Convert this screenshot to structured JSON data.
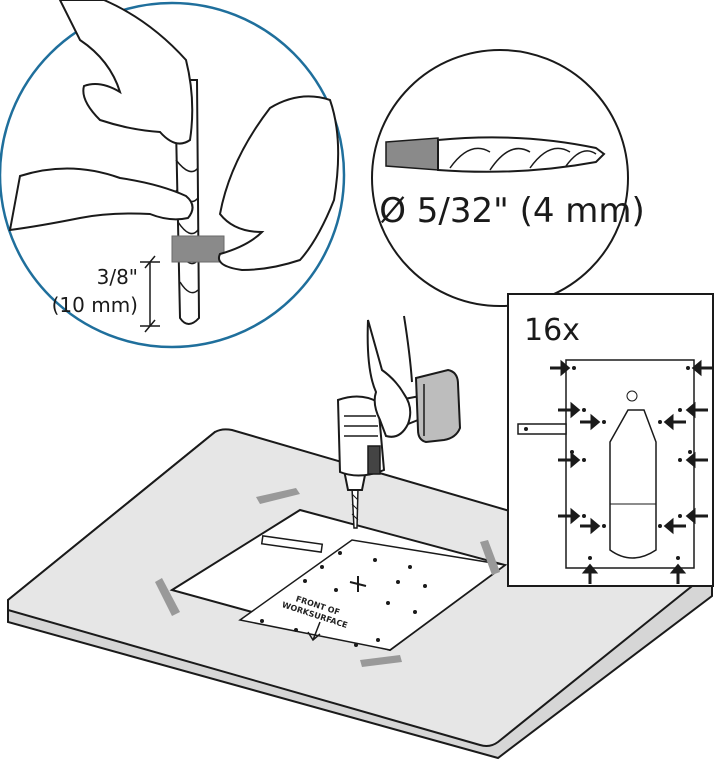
{
  "colors": {
    "accent_circle": "#1f6f9c",
    "outline": "#1a1a1a",
    "desk_fill": "#e6e6e6",
    "tape_gray": "#8a8a8a",
    "marker_gray": "#999999"
  },
  "labels": {
    "drill_size": "Ø 5/32\" (4 mm)",
    "depth_inch": "3/8\"",
    "depth_mm": "(10 mm)",
    "hole_count": "16x",
    "template_front_line1": "FRONT OF",
    "template_front_line2": "WORKSURFACE"
  },
  "icons": {
    "drill": "power-drill-icon",
    "drill_bit": "drill-bit-icon",
    "hand": "hand-icon",
    "arrow": "arrow-icon"
  }
}
